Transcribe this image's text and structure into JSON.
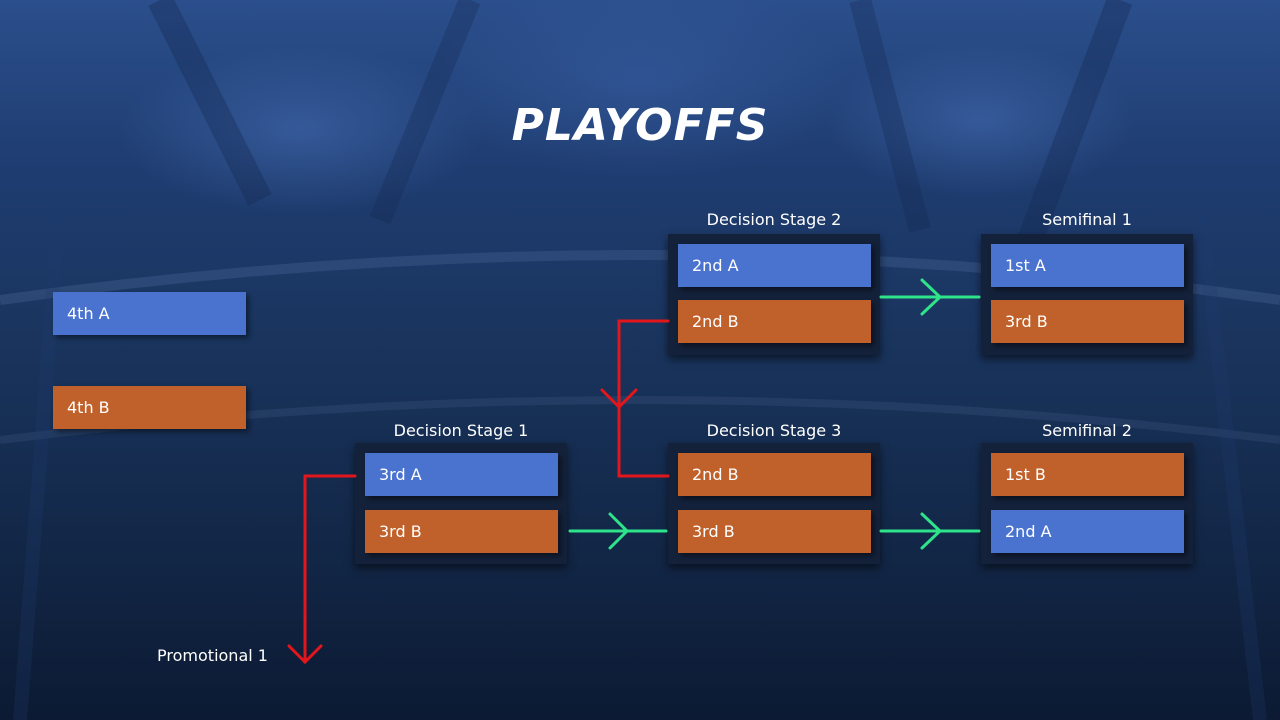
{
  "title": "PLAYOFFS",
  "colors": {
    "group_a": "#4a72cf",
    "group_b": "#c0602a",
    "advance_arrow": "#2ee38a",
    "drop_arrow": "#e3161b"
  },
  "standalone": {
    "team1": "4th A",
    "team2": "4th B"
  },
  "decision_stage_1": {
    "label": "Decision Stage 1",
    "team1": "3rd A",
    "team2": "3rd B"
  },
  "decision_stage_2": {
    "label": "Decision Stage 2",
    "team1": "2nd A",
    "team2": "2nd B"
  },
  "decision_stage_3": {
    "label": "Decision Stage 3",
    "team1": "2nd B",
    "team2": "3rd B"
  },
  "semifinal_1": {
    "label": "Semifinal 1",
    "team1": "1st A",
    "team2": "3rd B"
  },
  "semifinal_2": {
    "label": "Semifinal 2",
    "team1": "1st B",
    "team2": "2nd A"
  },
  "promotional": {
    "label": "Promotional 1"
  }
}
